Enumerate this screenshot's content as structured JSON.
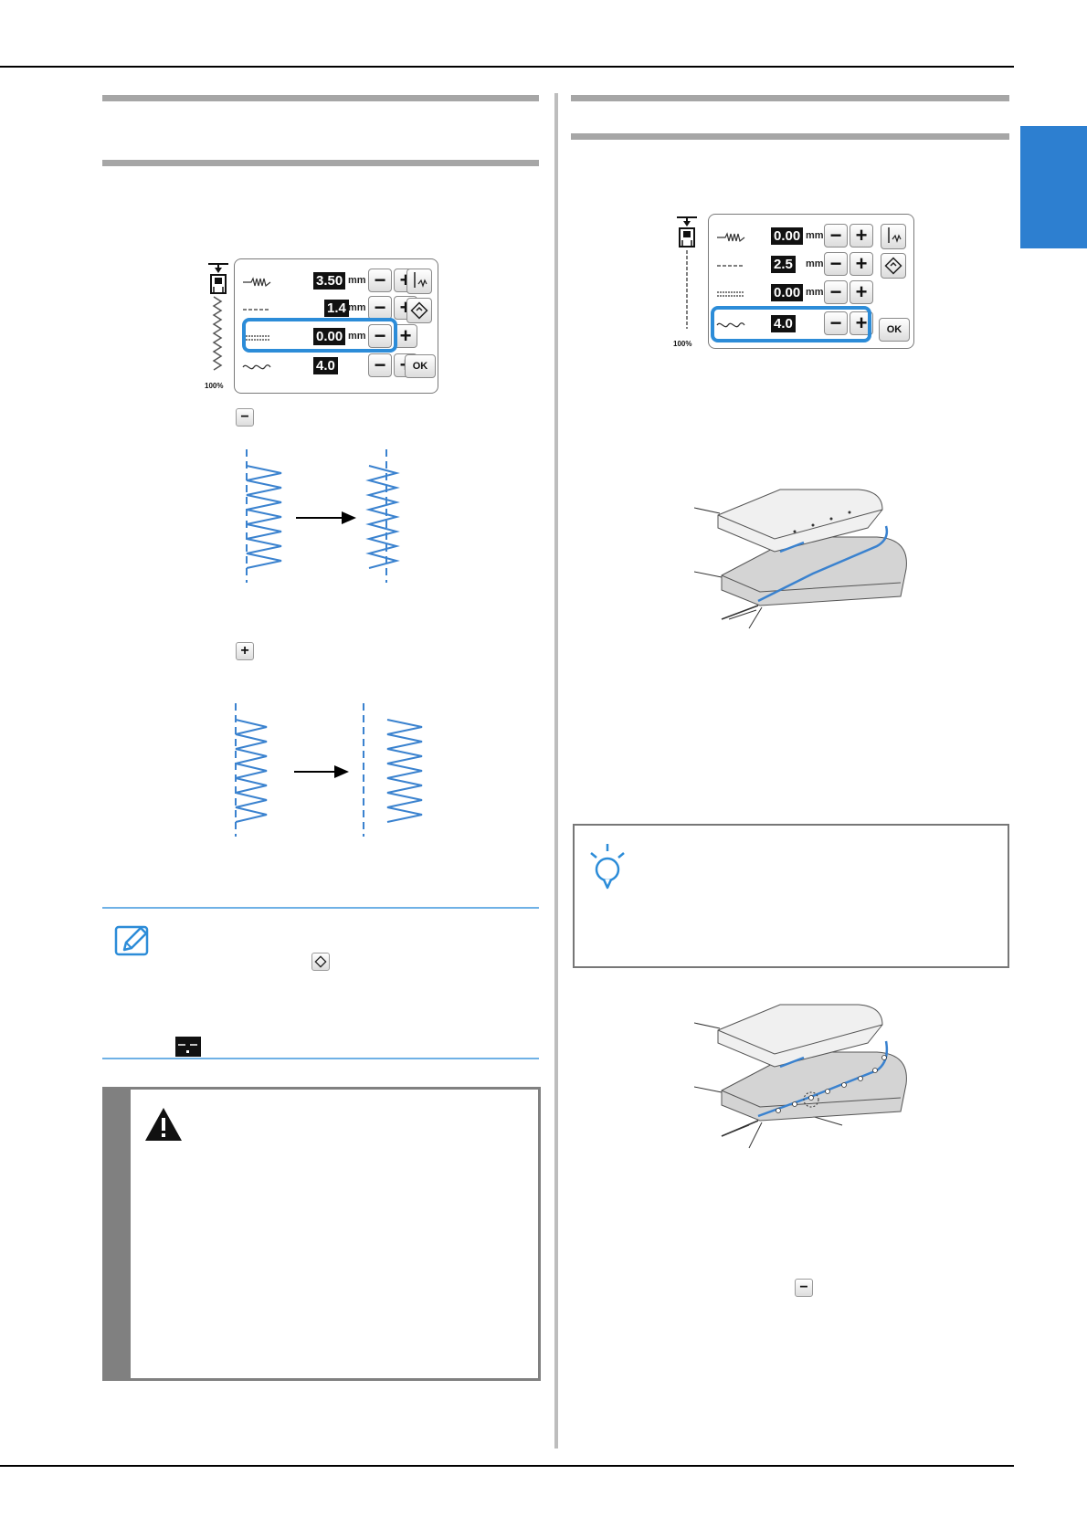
{
  "panel_left": {
    "rows": [
      {
        "value": "3.50",
        "unit": "mm",
        "minus": "−",
        "plus": "+"
      },
      {
        "value": "1.4",
        "unit": "mm",
        "minus": "−",
        "plus": "+"
      },
      {
        "value": "0.00",
        "unit": "mm",
        "minus": "−",
        "plus": "+"
      },
      {
        "value": "4.0",
        "unit": "",
        "minus": "−",
        "plus": "+"
      }
    ],
    "zoom": "100%",
    "ok": "OK"
  },
  "panel_right": {
    "rows": [
      {
        "value": "0.00",
        "unit": "mm",
        "minus": "−",
        "plus": "+"
      },
      {
        "value": "2.5",
        "unit": "mm",
        "minus": "−",
        "plus": "+"
      },
      {
        "value": "0.00",
        "unit": "mm",
        "minus": "−",
        "plus": "+"
      },
      {
        "value": "4.0",
        "unit": "",
        "minus": "−",
        "plus": "+"
      }
    ],
    "zoom": "100%",
    "ok": "OK"
  },
  "inline_buttons": {
    "minus": "−",
    "plus": "+",
    "minus_bottom": "−"
  },
  "colors": {
    "accent_blue": "#2c8cd8",
    "stitch_blue": "#3a82cf",
    "grey_bar": "#a6a6a6",
    "caution_sidebar": "#808080",
    "chapter_tab": "#2d7fd0"
  },
  "icons": {
    "memo": "memo-pencil-icon",
    "caution": "warning-triangle-icon",
    "note": "lightbulb-note-icon"
  }
}
